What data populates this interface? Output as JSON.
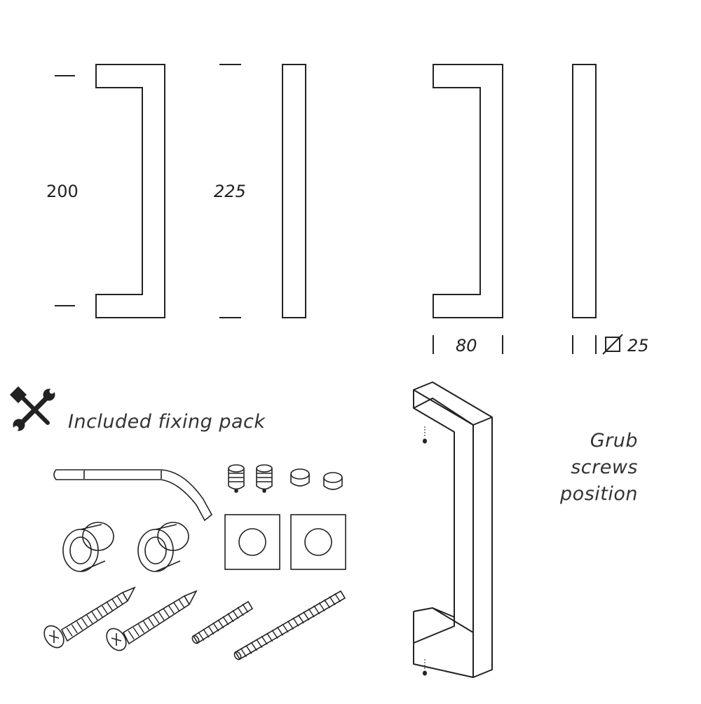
{
  "dimensions": {
    "height_outer": "200",
    "height_total": "225",
    "projection": "80",
    "section": "25"
  },
  "labels": {
    "fixing_pack": "Included fixing pack",
    "grub_line1": "Grub",
    "grub_line2": "screws",
    "grub_line3": "position"
  },
  "icons": {
    "tools": "tools-icon",
    "square_section": "square-section-icon"
  },
  "colors": {
    "line": "#222222",
    "background": "#ffffff"
  }
}
